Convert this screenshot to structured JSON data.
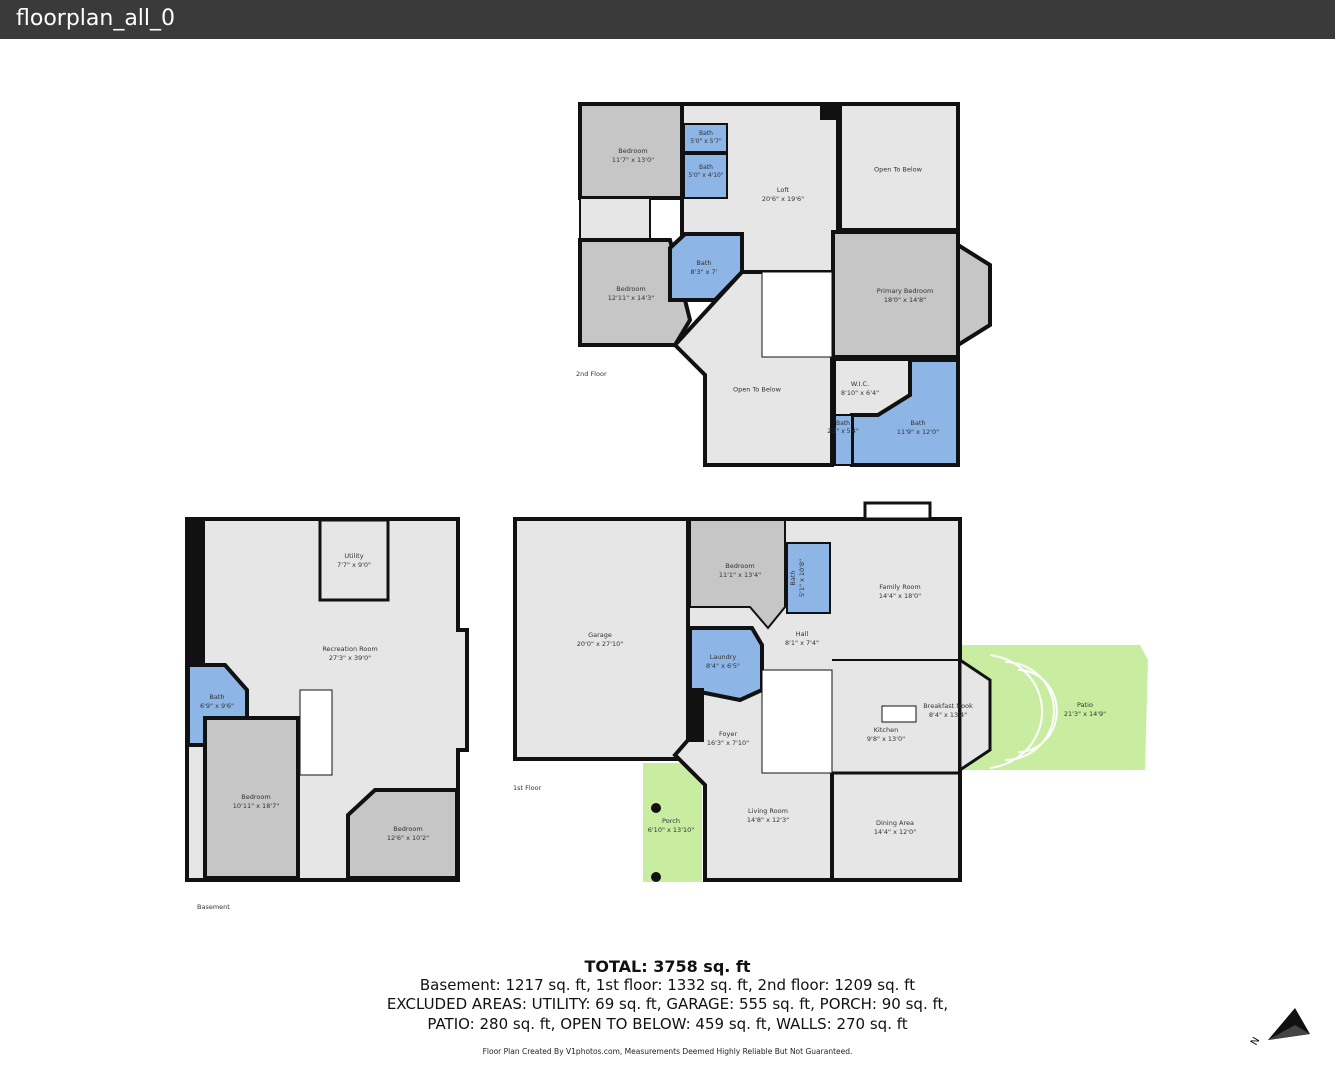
{
  "window": {
    "title": "floorplan_all_0"
  },
  "floors": {
    "second": {
      "label": "2nd Floor",
      "rooms": [
        {
          "name": "Bedroom",
          "dims": "11'7\" x 13'0\""
        },
        {
          "name": "Bath",
          "dims": "5'0\" x 5'7\""
        },
        {
          "name": "Bath",
          "dims": "5'0\" x 4'10\""
        },
        {
          "name": "Loft",
          "dims": "20'6\" x 19'6\""
        },
        {
          "name": "Open To Below",
          "dims": ""
        },
        {
          "name": "Bedroom",
          "dims": "12'11\" x 14'3\""
        },
        {
          "name": "Bath",
          "dims": "8'3\" x 7'"
        },
        {
          "name": "Primary Bedroom",
          "dims": "18'0\" x 14'8\""
        },
        {
          "name": "Open To Below",
          "dims": ""
        },
        {
          "name": "W.I.C.",
          "dims": "8'10\" x 6'4\""
        },
        {
          "name": "Bath",
          "dims": "2'3\" x 5'4\""
        },
        {
          "name": "Bath",
          "dims": "11'9\" x 12'0\""
        }
      ]
    },
    "basement": {
      "label": "Basement",
      "rooms": [
        {
          "name": "Utility",
          "dims": "7'7\" x 9'0\""
        },
        {
          "name": "Recreation Room",
          "dims": "27'3\" x 39'0\""
        },
        {
          "name": "Bath",
          "dims": "6'9\" x 9'6\""
        },
        {
          "name": "Bedroom",
          "dims": "10'11\" x 18'7\""
        },
        {
          "name": "Bedroom",
          "dims": "12'6\" x 10'2\""
        }
      ]
    },
    "first": {
      "label": "1st Floor",
      "rooms": [
        {
          "name": "Garage",
          "dims": "20'0\" x 27'10\""
        },
        {
          "name": "Bedroom",
          "dims": "11'1\" x 13'4\""
        },
        {
          "name": "Bath",
          "dims": "5'1\" x 10'8\""
        },
        {
          "name": "Family Room",
          "dims": "14'4\" x 18'0\""
        },
        {
          "name": "Hall",
          "dims": "8'1\" x 7'4\""
        },
        {
          "name": "Laundry",
          "dims": "8'4\" x 6'5\""
        },
        {
          "name": "Foyer",
          "dims": "16'3\" x 7'10\""
        },
        {
          "name": "Breakfast Nook",
          "dims": "8'4\" x 13'4\""
        },
        {
          "name": "Kitchen",
          "dims": "9'8\" x 13'0\""
        },
        {
          "name": "Patio",
          "dims": "21'3\" x 14'9\""
        },
        {
          "name": "Porch",
          "dims": "6'10\" x 13'10\""
        },
        {
          "name": "Living Room",
          "dims": "14'8\" x 12'3\""
        },
        {
          "name": "Dining Area",
          "dims": "14'4\" x 12'0\""
        }
      ]
    }
  },
  "summary": {
    "total": "TOTAL: 3758 sq. ft",
    "line1": "Basement: 1217 sq. ft, 1st floor: 1332 sq. ft, 2nd floor: 1209 sq. ft",
    "line2": "EXCLUDED AREAS: UTILITY: 69 sq. ft, GARAGE: 555 sq. ft, PORCH: 90 sq. ft,",
    "line3": "PATIO: 280 sq. ft, OPEN TO BELOW: 459 sq. ft, WALLS: 270 sq. ft"
  },
  "footer": "Floor Plan Created By V1photos.com, Measurements Deemed Highly Reliable But Not Guaranteed.",
  "compass": {
    "label": "N"
  },
  "colors": {
    "wall": "#111111",
    "room": "#e6e6e6",
    "bedroom": "#c6c6c6",
    "bath": "#8db5e5",
    "outdoor": "#c8eda0",
    "titlebar": "#3a3a3a"
  }
}
